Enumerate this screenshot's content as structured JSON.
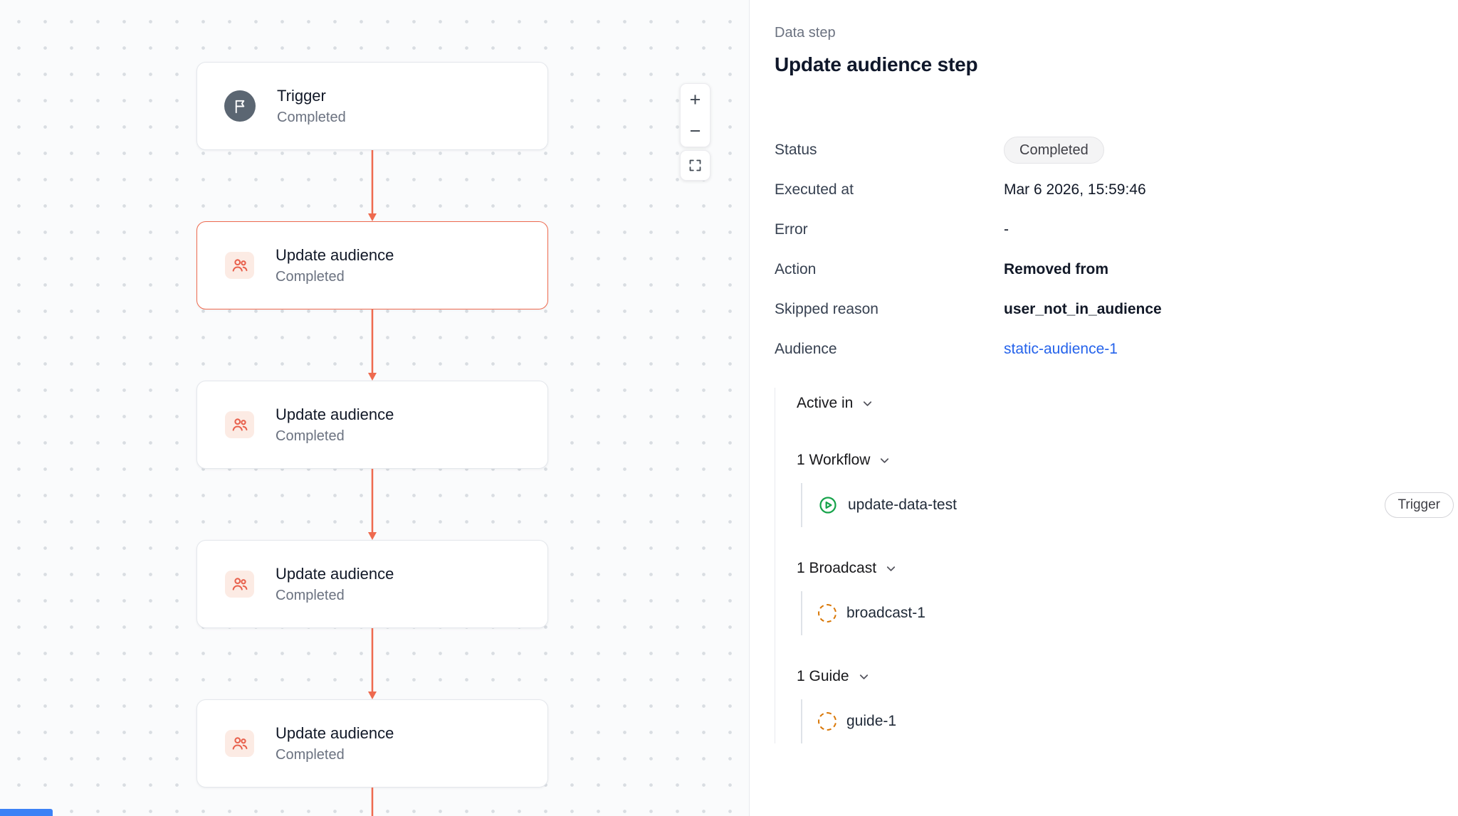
{
  "canvas": {
    "nodes": [
      {
        "title": "Trigger",
        "status": "Completed"
      },
      {
        "title": "Update audience",
        "status": "Completed"
      },
      {
        "title": "Update audience",
        "status": "Completed"
      },
      {
        "title": "Update audience",
        "status": "Completed"
      },
      {
        "title": "Update audience",
        "status": "Completed"
      }
    ],
    "zoom": {
      "zoom_in": "+",
      "zoom_out": "−"
    }
  },
  "panel": {
    "eyebrow": "Data step",
    "title": "Update audience step",
    "fields": {
      "status": {
        "label": "Status",
        "value": "Completed"
      },
      "executed_at": {
        "label": "Executed at",
        "value": "Mar 6 2026, 15:59:46"
      },
      "error": {
        "label": "Error",
        "value": "-"
      },
      "action": {
        "label": "Action",
        "value": "Removed from"
      },
      "skipped_reason": {
        "label": "Skipped reason",
        "value": "user_not_in_audience"
      },
      "audience": {
        "label": "Audience",
        "value": "static-audience-1"
      }
    },
    "active_in": {
      "label": "Active in",
      "workflow": {
        "label": "1 Workflow",
        "item": "update-data-test",
        "badge": "Trigger"
      },
      "broadcast": {
        "label": "1 Broadcast",
        "item": "broadcast-1"
      },
      "guide": {
        "label": "1 Guide",
        "item": "guide-1"
      }
    }
  },
  "colors": {
    "accent": "#ee6a4f",
    "link": "#2563eb",
    "success": "#16a34a",
    "dashed_icon": "#d97706",
    "badge_bg": "#f4f4f5",
    "canvas_dot": "#d9dde2"
  }
}
